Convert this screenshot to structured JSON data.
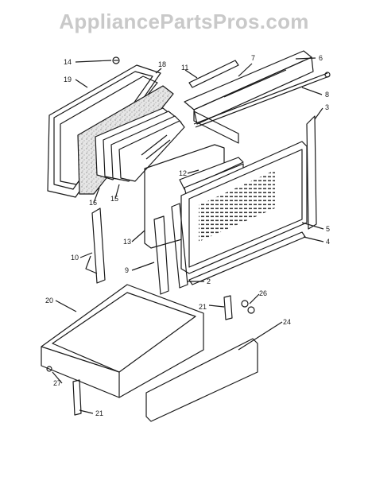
{
  "watermark": "AppliancePartsPros.com",
  "callouts": {
    "c14": "14",
    "c18": "18",
    "c19": "19",
    "c11": "11",
    "c7": "7",
    "c6": "6",
    "c8": "8",
    "c3": "3",
    "c12": "12",
    "c16": "16",
    "c15": "15",
    "c13": "13",
    "c10": "10",
    "c9": "9",
    "c5": "5",
    "c4": "4",
    "c2": "2",
    "c20": "20",
    "c26": "26",
    "c21a": "21",
    "c24": "24",
    "c27": "27",
    "c21b": "21"
  },
  "colors": {
    "line": "#1a1a1a",
    "watermark": "#c9c9c9",
    "speckle": "#d8d8d8"
  }
}
